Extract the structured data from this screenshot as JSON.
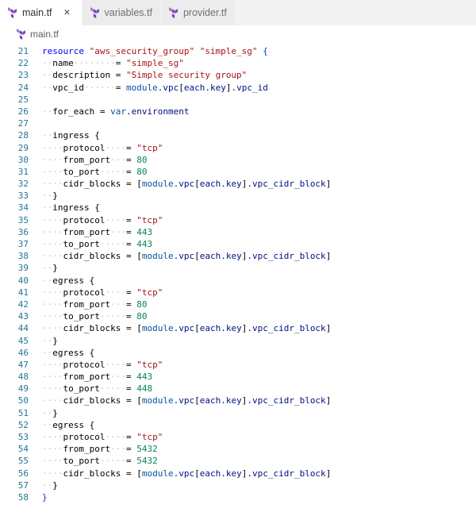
{
  "tab_bar": {
    "close_glyph": "×",
    "tabs": [
      {
        "label": "main.tf",
        "active": true
      },
      {
        "label": "variables.tf",
        "active": false
      },
      {
        "label": "provider.tf",
        "active": false
      }
    ]
  },
  "breadcrumb": {
    "items": [
      "main.tf"
    ]
  },
  "colors": {
    "terraform_purple": "#7b42bc",
    "terraform_purple_light": "#9d7ad1",
    "line_number": "#237893",
    "tokens": {
      "k": "#0000ff",
      "s": "#a31515",
      "n": "#098658",
      "b": "#0451a5",
      "m": "#001080",
      "p": "#000000",
      "o": "#000000",
      "bb": "#0431fa",
      "w": "#c3c3c3"
    }
  },
  "editor": {
    "language": "terraform",
    "first_line_number": 21,
    "last_line_number": 58,
    "lines": [
      {
        "n": 21,
        "t": [
          [
            "k",
            "resource "
          ],
          [
            "s",
            "\"aws_security_group\" "
          ],
          [
            "s",
            "\"simple_sg\" "
          ],
          [
            "bb",
            "{"
          ]
        ]
      },
      {
        "n": 22,
        "t": [
          [
            "w",
            "··"
          ],
          [
            "p",
            "name"
          ],
          [
            "w",
            "········"
          ],
          [
            "o",
            "= "
          ],
          [
            "s",
            "\"simple_sg\""
          ]
        ]
      },
      {
        "n": 23,
        "t": [
          [
            "w",
            "··"
          ],
          [
            "p",
            "description "
          ],
          [
            "o",
            "= "
          ],
          [
            "s",
            "\"Simple security group\""
          ]
        ]
      },
      {
        "n": 24,
        "t": [
          [
            "w",
            "··"
          ],
          [
            "p",
            "vpc_id"
          ],
          [
            "w",
            "······"
          ],
          [
            "o",
            "= "
          ],
          [
            "b",
            "module"
          ],
          [
            "m",
            ".vpc"
          ],
          [
            "o",
            "["
          ],
          [
            "m",
            "each.key"
          ],
          [
            "o",
            "]"
          ],
          [
            "m",
            ".vpc_id"
          ]
        ]
      },
      {
        "n": 25,
        "t": []
      },
      {
        "n": 26,
        "t": [
          [
            "w",
            "··"
          ],
          [
            "p",
            "for_each "
          ],
          [
            "o",
            "= "
          ],
          [
            "b",
            "var"
          ],
          [
            "m",
            ".environment"
          ]
        ]
      },
      {
        "n": 27,
        "t": []
      },
      {
        "n": 28,
        "t": [
          [
            "w",
            "··"
          ],
          [
            "p",
            "ingress "
          ],
          [
            "o",
            "{"
          ]
        ]
      },
      {
        "n": 29,
        "t": [
          [
            "w",
            "····"
          ],
          [
            "p",
            "protocol"
          ],
          [
            "w",
            "····"
          ],
          [
            "o",
            "= "
          ],
          [
            "s",
            "\"tcp\""
          ]
        ]
      },
      {
        "n": 30,
        "t": [
          [
            "w",
            "····"
          ],
          [
            "p",
            "from_port"
          ],
          [
            "w",
            "···"
          ],
          [
            "o",
            "= "
          ],
          [
            "n",
            "80"
          ]
        ]
      },
      {
        "n": 31,
        "t": [
          [
            "w",
            "····"
          ],
          [
            "p",
            "to_port"
          ],
          [
            "w",
            "·····"
          ],
          [
            "o",
            "= "
          ],
          [
            "n",
            "80"
          ]
        ]
      },
      {
        "n": 32,
        "t": [
          [
            "w",
            "····"
          ],
          [
            "p",
            "cidr_blocks "
          ],
          [
            "o",
            "= ["
          ],
          [
            "b",
            "module"
          ],
          [
            "m",
            ".vpc"
          ],
          [
            "o",
            "["
          ],
          [
            "m",
            "each.key"
          ],
          [
            "o",
            "]"
          ],
          [
            "m",
            ".vpc_cidr_block"
          ],
          [
            "o",
            "]"
          ]
        ]
      },
      {
        "n": 33,
        "t": [
          [
            "w",
            "··"
          ],
          [
            "o",
            "}"
          ]
        ]
      },
      {
        "n": 34,
        "t": [
          [
            "w",
            "··"
          ],
          [
            "p",
            "ingress "
          ],
          [
            "o",
            "{"
          ]
        ]
      },
      {
        "n": 35,
        "t": [
          [
            "w",
            "····"
          ],
          [
            "p",
            "protocol"
          ],
          [
            "w",
            "····"
          ],
          [
            "o",
            "= "
          ],
          [
            "s",
            "\"tcp\""
          ]
        ]
      },
      {
        "n": 36,
        "t": [
          [
            "w",
            "····"
          ],
          [
            "p",
            "from_port"
          ],
          [
            "w",
            "···"
          ],
          [
            "o",
            "= "
          ],
          [
            "n",
            "443"
          ]
        ]
      },
      {
        "n": 37,
        "t": [
          [
            "w",
            "····"
          ],
          [
            "p",
            "to_port"
          ],
          [
            "w",
            "·····"
          ],
          [
            "o",
            "= "
          ],
          [
            "n",
            "443"
          ]
        ]
      },
      {
        "n": 38,
        "t": [
          [
            "w",
            "····"
          ],
          [
            "p",
            "cidr_blocks "
          ],
          [
            "o",
            "= ["
          ],
          [
            "b",
            "module"
          ],
          [
            "m",
            ".vpc"
          ],
          [
            "o",
            "["
          ],
          [
            "m",
            "each.key"
          ],
          [
            "o",
            "]"
          ],
          [
            "m",
            ".vpc_cidr_block"
          ],
          [
            "o",
            "]"
          ]
        ]
      },
      {
        "n": 39,
        "t": [
          [
            "w",
            "··"
          ],
          [
            "o",
            "}"
          ]
        ]
      },
      {
        "n": 40,
        "t": [
          [
            "w",
            "··"
          ],
          [
            "p",
            "egress "
          ],
          [
            "o",
            "{"
          ]
        ]
      },
      {
        "n": 41,
        "t": [
          [
            "w",
            "····"
          ],
          [
            "p",
            "protocol"
          ],
          [
            "w",
            "····"
          ],
          [
            "o",
            "= "
          ],
          [
            "s",
            "\"tcp\""
          ]
        ]
      },
      {
        "n": 42,
        "t": [
          [
            "w",
            "····"
          ],
          [
            "p",
            "from_port"
          ],
          [
            "w",
            "···"
          ],
          [
            "o",
            "= "
          ],
          [
            "n",
            "80"
          ]
        ]
      },
      {
        "n": 43,
        "t": [
          [
            "w",
            "····"
          ],
          [
            "p",
            "to_port"
          ],
          [
            "w",
            "·····"
          ],
          [
            "o",
            "= "
          ],
          [
            "n",
            "80"
          ]
        ]
      },
      {
        "n": 44,
        "t": [
          [
            "w",
            "····"
          ],
          [
            "p",
            "cidr_blocks "
          ],
          [
            "o",
            "= ["
          ],
          [
            "b",
            "module"
          ],
          [
            "m",
            ".vpc"
          ],
          [
            "o",
            "["
          ],
          [
            "m",
            "each.key"
          ],
          [
            "o",
            "]"
          ],
          [
            "m",
            ".vpc_cidr_block"
          ],
          [
            "o",
            "]"
          ]
        ]
      },
      {
        "n": 45,
        "t": [
          [
            "w",
            "··"
          ],
          [
            "o",
            "}"
          ]
        ]
      },
      {
        "n": 46,
        "t": [
          [
            "w",
            "··"
          ],
          [
            "p",
            "egress "
          ],
          [
            "o",
            "{"
          ]
        ]
      },
      {
        "n": 47,
        "t": [
          [
            "w",
            "····"
          ],
          [
            "p",
            "protocol"
          ],
          [
            "w",
            "····"
          ],
          [
            "o",
            "= "
          ],
          [
            "s",
            "\"tcp\""
          ]
        ]
      },
      {
        "n": 48,
        "t": [
          [
            "w",
            "····"
          ],
          [
            "p",
            "from_port"
          ],
          [
            "w",
            "···"
          ],
          [
            "o",
            "= "
          ],
          [
            "n",
            "443"
          ]
        ]
      },
      {
        "n": 49,
        "t": [
          [
            "w",
            "····"
          ],
          [
            "p",
            "to_port"
          ],
          [
            "w",
            "·····"
          ],
          [
            "o",
            "= "
          ],
          [
            "n",
            "448"
          ]
        ]
      },
      {
        "n": 50,
        "t": [
          [
            "w",
            "····"
          ],
          [
            "p",
            "cidr_blocks "
          ],
          [
            "o",
            "= ["
          ],
          [
            "b",
            "module"
          ],
          [
            "m",
            ".vpc"
          ],
          [
            "o",
            "["
          ],
          [
            "m",
            "each.key"
          ],
          [
            "o",
            "]"
          ],
          [
            "m",
            ".vpc_cidr_block"
          ],
          [
            "o",
            "]"
          ]
        ]
      },
      {
        "n": 51,
        "t": [
          [
            "w",
            "··"
          ],
          [
            "o",
            "}"
          ]
        ]
      },
      {
        "n": 52,
        "t": [
          [
            "w",
            "··"
          ],
          [
            "p",
            "egress "
          ],
          [
            "o",
            "{"
          ]
        ]
      },
      {
        "n": 53,
        "t": [
          [
            "w",
            "····"
          ],
          [
            "p",
            "protocol"
          ],
          [
            "w",
            "····"
          ],
          [
            "o",
            "= "
          ],
          [
            "s",
            "\"tcp\""
          ]
        ]
      },
      {
        "n": 54,
        "t": [
          [
            "w",
            "····"
          ],
          [
            "p",
            "from_port"
          ],
          [
            "w",
            "···"
          ],
          [
            "o",
            "= "
          ],
          [
            "n",
            "5432"
          ]
        ]
      },
      {
        "n": 55,
        "t": [
          [
            "w",
            "····"
          ],
          [
            "p",
            "to_port"
          ],
          [
            "w",
            "·····"
          ],
          [
            "o",
            "= "
          ],
          [
            "n",
            "5432"
          ]
        ]
      },
      {
        "n": 56,
        "t": [
          [
            "w",
            "····"
          ],
          [
            "p",
            "cidr_blocks "
          ],
          [
            "o",
            "= ["
          ],
          [
            "b",
            "module"
          ],
          [
            "m",
            ".vpc"
          ],
          [
            "o",
            "["
          ],
          [
            "m",
            "each.key"
          ],
          [
            "o",
            "]"
          ],
          [
            "m",
            ".vpc_cidr_block"
          ],
          [
            "o",
            "]"
          ]
        ]
      },
      {
        "n": 57,
        "t": [
          [
            "w",
            "··"
          ],
          [
            "o",
            "}"
          ]
        ]
      },
      {
        "n": 58,
        "t": [
          [
            "bb",
            "}"
          ]
        ]
      }
    ]
  }
}
